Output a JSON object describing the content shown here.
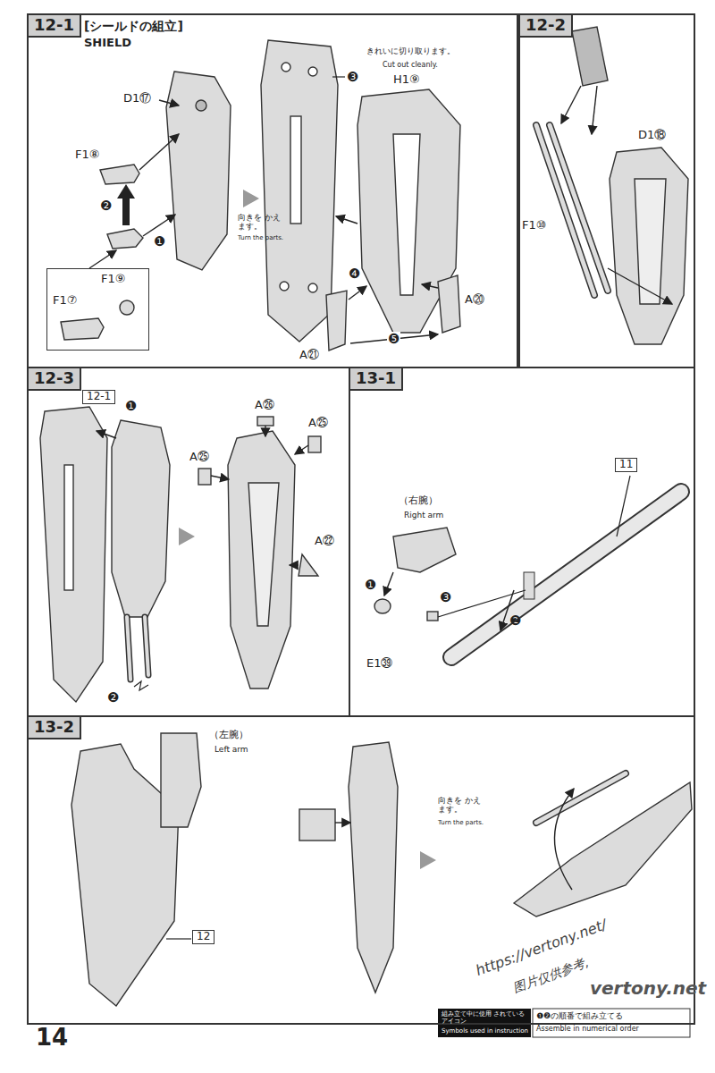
{
  "diagram": {
    "nodes": [
      {
        "text": [
          "12-1",
          "[シールドの組立]",
          "SHIELD"
        ]
      },
      {
        "text": [
          "F1⑨",
          "F1⑦"
        ],
        "in": 0
      },
      {
        "text": [
          "12-2"
        ]
      },
      {
        "text": [
          "12-3"
        ]
      },
      {
        "text": [
          "12-1"
        ],
        "in": 3
      },
      {
        "text": [
          "13-1"
        ]
      },
      {
        "text": [
          "11"
        ],
        "in": 5
      },
      {
        "text": [
          "13-2"
        ]
      },
      {
        "text": [
          "12"
        ],
        "in": 7
      }
    ],
    "labels": [
      "D1⑰",
      "F1⑧",
      "❷",
      "❶",
      "向きを かえます。",
      "Turn the parts.",
      "❸",
      "きれいに切り取ります。",
      "Cut out cleanly.",
      "H1⑨",
      "❹",
      "A⑳",
      "A㉑",
      "❺",
      "D1⑱",
      "F1⑩",
      "❶",
      "❷",
      "A㉖",
      "A㉕",
      "A㉕",
      "A㉒",
      "（右腕）",
      "Right arm",
      "❶",
      "❸",
      "❷",
      "E1㊴",
      "（左腕）",
      "Left arm",
      "向きを かえます。",
      "Turn the parts.",
      "14",
      "組み立て中に使用 されている アイコン",
      "Symbols used in instruction",
      "❶❷の順番で組み立てる",
      "Assemble in numerical order",
      "https://vertony.net/",
      "图片仅供参考,",
      "vertony.net"
    ]
  }
}
